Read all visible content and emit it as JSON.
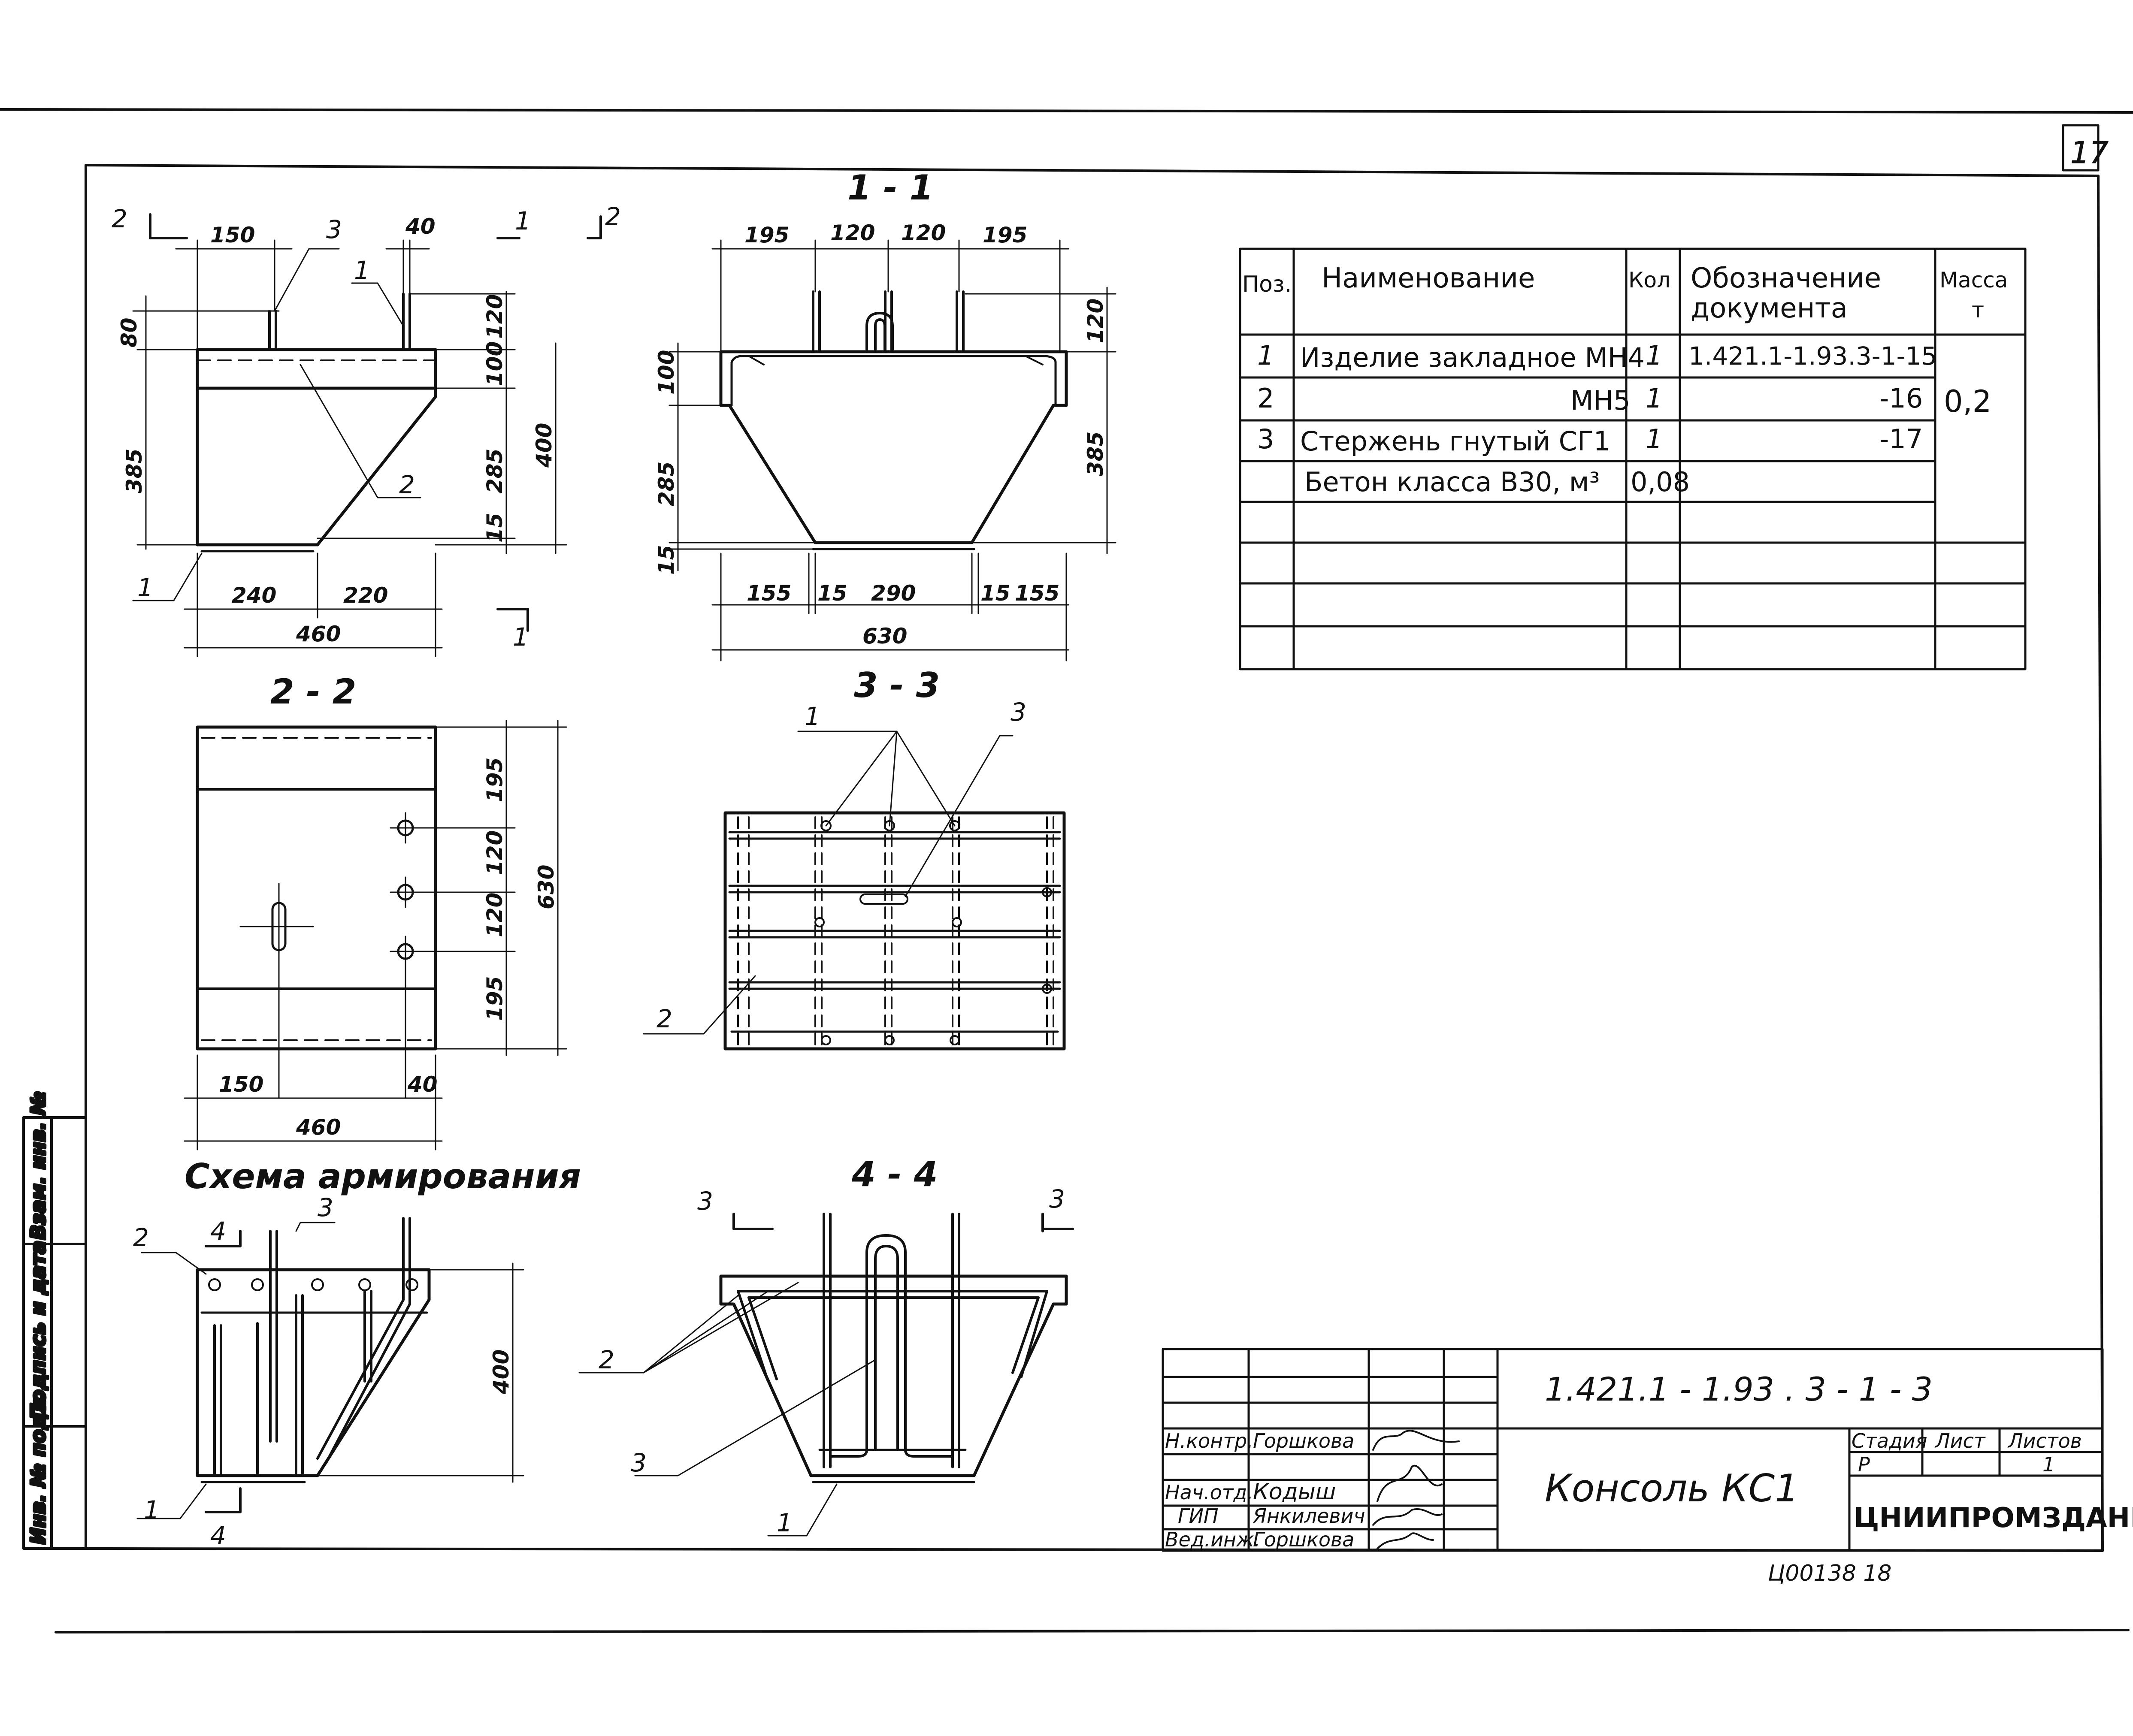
{
  "sheet_number": "17",
  "side_stamp": [
    "Инв. № подл.",
    "Подпись и дата",
    "Взам. инв. №"
  ],
  "views": {
    "view_elevation": {
      "dims": [
        "150",
        "40",
        "80",
        "120",
        "100",
        "285",
        "15",
        "400",
        "385",
        "240",
        "220",
        "460"
      ],
      "callouts": [
        "3",
        "1",
        "2",
        "1"
      ],
      "cut_marks": [
        "2",
        "1",
        "2",
        "1"
      ]
    },
    "view_1_1": {
      "title": "1 - 1",
      "dims": [
        "195",
        "120",
        "120",
        "195",
        "120",
        "100",
        "285",
        "15",
        "385",
        "155",
        "15",
        "290",
        "15",
        "155",
        "630"
      ]
    },
    "view_2_2": {
      "title": "2 - 2",
      "dims": [
        "195",
        "120",
        "120",
        "195",
        "630",
        "150",
        "40",
        "460"
      ]
    },
    "view_3_3": {
      "title": "3 - 3",
      "callouts": [
        "1",
        "3",
        "2"
      ]
    },
    "view_scheme": {
      "title": "Схема армирования",
      "dims": [
        "400"
      ],
      "callouts": [
        "2",
        "3",
        "1"
      ],
      "cut_marks": [
        "4",
        "4"
      ]
    },
    "view_4_4": {
      "title": "4 - 4",
      "callouts": [
        "2",
        "3",
        "1"
      ],
      "cut_marks": [
        "3",
        "3"
      ]
    }
  },
  "spec_table": {
    "headers": [
      "Поз.",
      "Наименование",
      "Кол",
      "Обозначение документа",
      "Масса т"
    ],
    "header_designation_lines": [
      "Обозначение",
      "документа"
    ],
    "header_mass_lines": [
      "Масса",
      "т"
    ],
    "rows": [
      {
        "pos": "1",
        "name": "Изделие закладное МН4",
        "qty": "1",
        "doc": "1.421.1-1.93.3-1-15"
      },
      {
        "pos": "2",
        "name": "МН5",
        "qty": "1",
        "doc": "-16"
      },
      {
        "pos": "3",
        "name": "Стержень гнутый СГ1",
        "qty": "1",
        "doc": "-17"
      },
      {
        "pos": "",
        "name": "Бетон класса В30, м³",
        "qty": "0,08",
        "doc": ""
      }
    ],
    "mass": "0,2"
  },
  "title_block": {
    "designation": "1.421.1 - 1.93 . 3 - 1 - 3",
    "product_name": "Консоль КС1",
    "roles": [
      {
        "role": "Н.контр.",
        "name": "Горшкова"
      },
      {
        "role": "Нач.отд.",
        "name": "Кодыш"
      },
      {
        "role": "ГИП",
        "name": "Янкилевич"
      },
      {
        "role": "Вед.инж.",
        "name": "Горшкова"
      }
    ],
    "stage_label": "Стадия",
    "sheet_label": "Лист",
    "sheets_label": "Листов",
    "stage": "Р",
    "sheets": "1",
    "organization": "ЦНИИПРОМЗДАНИЙ",
    "archive_number": "Ц00138 18"
  }
}
